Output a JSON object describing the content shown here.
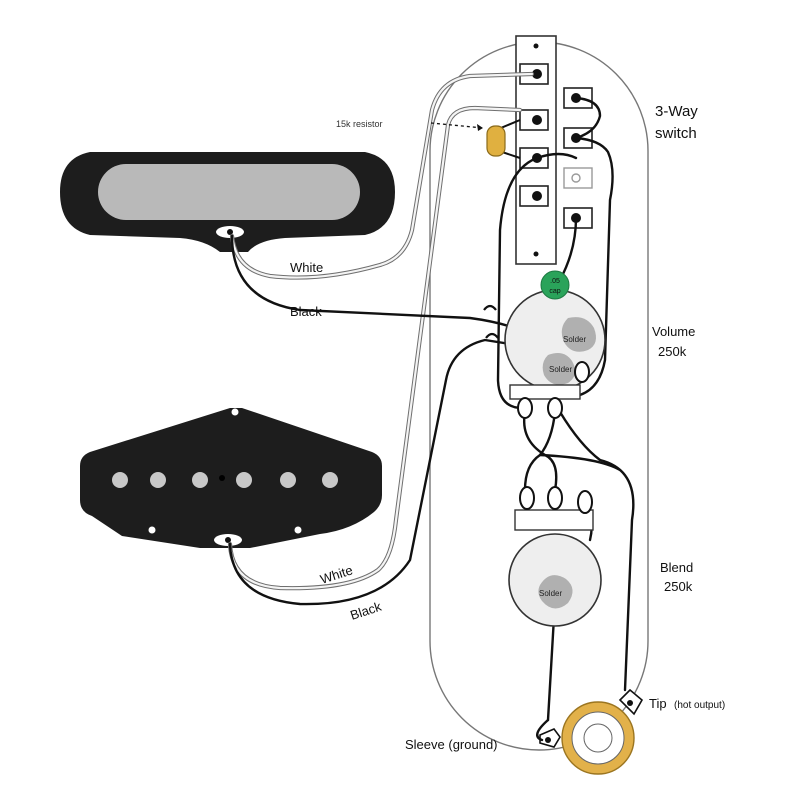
{
  "labels": {
    "switch_line1": "3-Way",
    "switch_line2": "switch",
    "resistor": "15k resistor",
    "volume_line1": "Volume",
    "volume_line2": "250k",
    "blend_line1": "Blend",
    "blend_line2": "250k",
    "cap_line1": ".05",
    "cap_line2": "cap",
    "solder": "Solder",
    "neck_white": "White",
    "neck_black": "Black",
    "bridge_white": "White",
    "bridge_black": "Black",
    "tip": "Tip",
    "tip_note": "(hot output)",
    "sleeve": "Sleeve (ground)"
  },
  "colors": {
    "cap": "#2aa35a",
    "resistor": "#e0b040",
    "jack_ring": "#e2b14a",
    "pickup_body": "#1d1d1d",
    "pickup_cover": "#b9b9b9",
    "pot_body": "#eeeeee",
    "solder": "#b0b0b0"
  }
}
